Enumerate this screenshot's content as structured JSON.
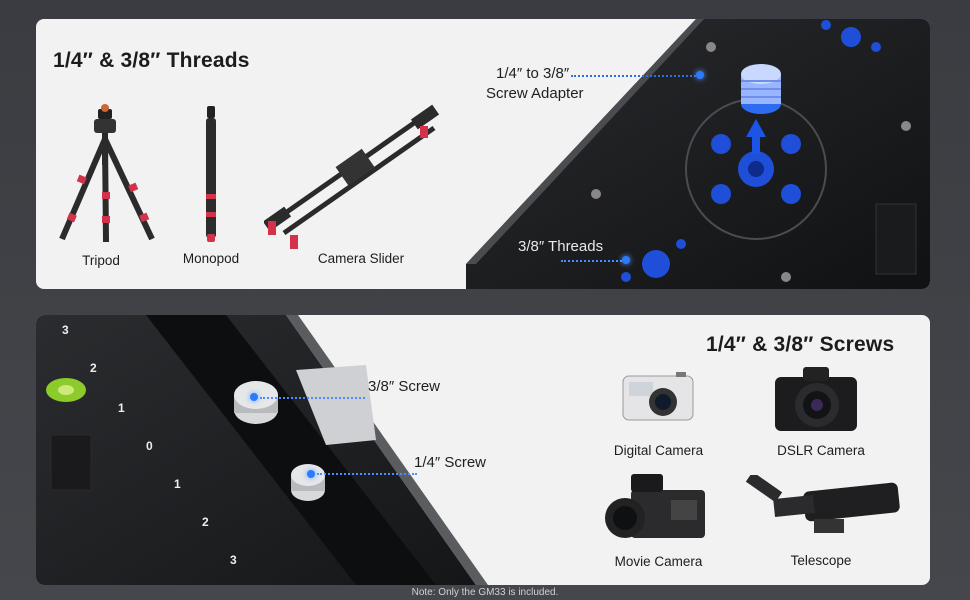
{
  "top": {
    "heading": "1/4″ & 3/8″ Threads",
    "items": [
      {
        "label": "Tripod",
        "icon": "tripod-icon"
      },
      {
        "label": "Monopod",
        "icon": "monopod-icon"
      },
      {
        "label": "Camera Slider",
        "icon": "camera-slider-icon"
      }
    ],
    "callouts": {
      "adapter_line1": "1/4″ to 3/8″",
      "adapter_line2": "Screw Adapter",
      "threads": "3/8″ Threads"
    }
  },
  "bottom": {
    "heading": "1/4″ & 3/8″ Screws",
    "callouts": {
      "screw_38": "3/8″ Screw",
      "screw_14": "1/4″ Screw"
    },
    "scale_marks": [
      "3",
      "2",
      "1",
      "0",
      "1",
      "2",
      "3"
    ],
    "devices": [
      {
        "label": "Digital Camera",
        "icon": "digital-camera-icon"
      },
      {
        "label": "DSLR Camera",
        "icon": "dslr-camera-icon"
      },
      {
        "label": "Movie Camera",
        "icon": "movie-camera-icon"
      },
      {
        "label": "Telescope",
        "icon": "telescope-icon"
      }
    ]
  },
  "footer_note": "Note: Only the GM33 is included.",
  "colors": {
    "accent_blue": "#2a7bff",
    "panel": "#f2f2f3",
    "background": "#3f4146"
  }
}
